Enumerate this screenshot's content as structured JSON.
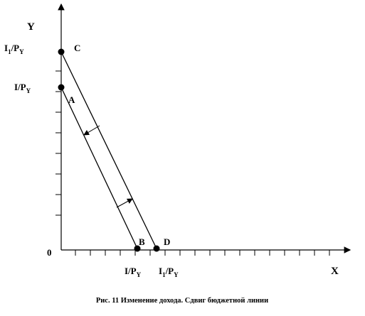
{
  "axes": {
    "y_label": "Y",
    "x_label": "X",
    "origin_label": "0"
  },
  "intercepts": {
    "y_new": {
      "base": "I",
      "sub": "1",
      "mid": "/P",
      "sub2": "Y"
    },
    "y_old": {
      "base": "I/P",
      "sub": "Y"
    },
    "x_old": {
      "base": "I/P",
      "sub": "Y"
    },
    "x_new": {
      "base": "I",
      "sub": "1",
      "mid": "/P",
      "sub2": "Y"
    }
  },
  "points": {
    "a": "A",
    "b": "B",
    "c": "C",
    "d": "D"
  },
  "caption": "Рис. 11 Изменение дохода. Сдвиг бюджетной линии"
}
